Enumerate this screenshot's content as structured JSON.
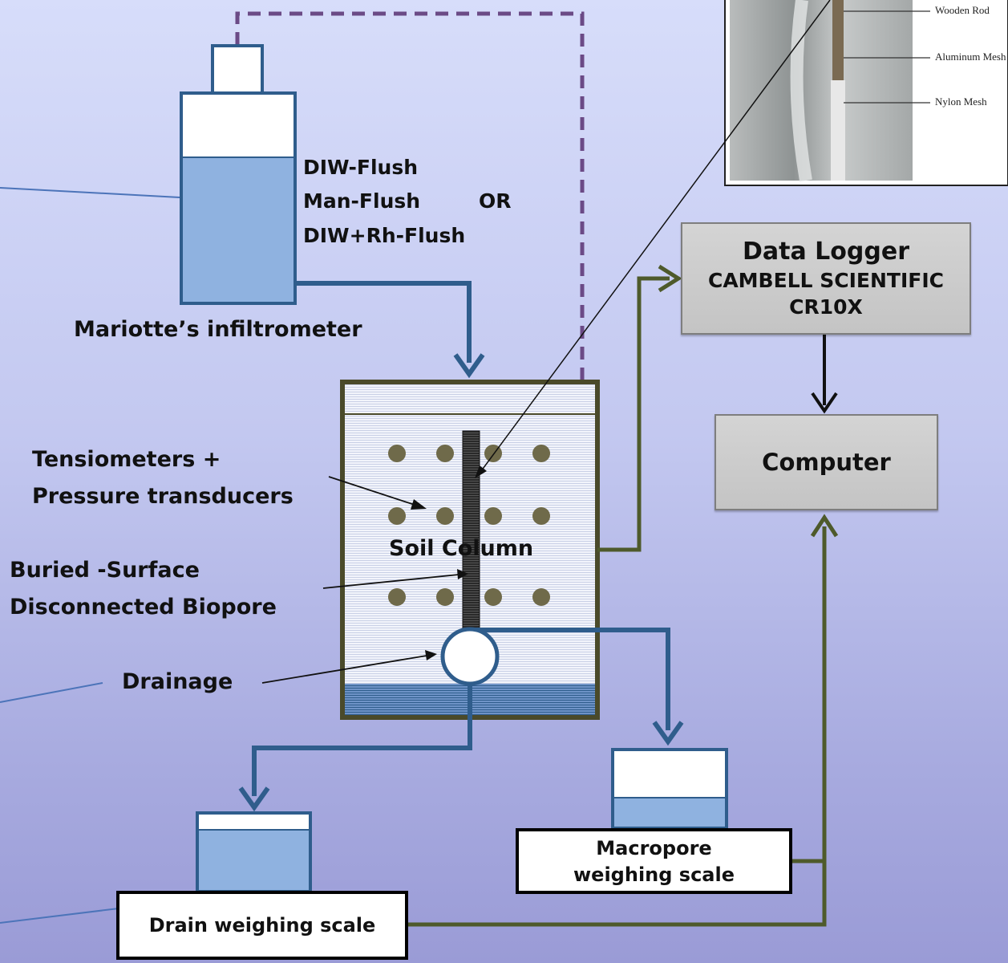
{
  "solutions": {
    "line1": "DIW-Flush",
    "line2": "Man-Flush",
    "line3": "DIW+Rh-Flush",
    "or": "OR"
  },
  "infiltrometer_label": "Mariotte’s infiltrometer",
  "soil_column_label": "Soil Column",
  "tensiometer_label": {
    "line1": "Tensiometers +",
    "line2": "Pressure transducers"
  },
  "biopore_label": {
    "line1": "Buried -Surface",
    "line2": "Disconnected Biopore"
  },
  "drainage_label": "Drainage",
  "data_logger": {
    "title": "Data Logger",
    "line2": "CAMBELL SCIENTIFIC",
    "line3": "CR10X"
  },
  "computer_label": "Computer",
  "macropore_scale": {
    "line1": "Macropore",
    "line2": "weighing scale"
  },
  "drain_scale_label": "Drain weighing scale",
  "photo_labels": {
    "wooden_rod": "Wooden Rod",
    "aluminum_mesh": "Aluminum Mesh",
    "nylon_mesh": "Nylon Mesh"
  },
  "colors": {
    "water_line": "#2f5d8c",
    "signal_line": "#4e5a2b",
    "dashed_line": "#6b4a86",
    "water": "#8fb2e0"
  }
}
